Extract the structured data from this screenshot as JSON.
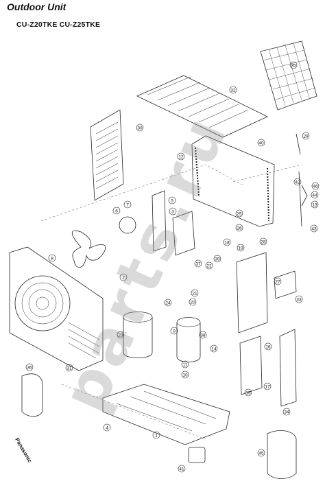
{
  "title": "Outdoor Unit",
  "models": "CU-Z20TKE  CU-Z25TKE",
  "watermark": "parts.ru",
  "front_grille_logo": "Panasonic",
  "callouts": [
    {
      "n": "1"
    },
    {
      "n": "2"
    },
    {
      "n": "3"
    },
    {
      "n": "4"
    },
    {
      "n": "5"
    },
    {
      "n": "6"
    },
    {
      "n": "7"
    },
    {
      "n": "8"
    },
    {
      "n": "9"
    },
    {
      "n": "10"
    },
    {
      "n": "11"
    },
    {
      "n": "12"
    },
    {
      "n": "13"
    },
    {
      "n": "14"
    },
    {
      "n": "15"
    },
    {
      "n": "16"
    },
    {
      "n": "17"
    },
    {
      "n": "18"
    },
    {
      "n": "19"
    },
    {
      "n": "20"
    },
    {
      "n": "21"
    },
    {
      "n": "22"
    },
    {
      "n": "23"
    },
    {
      "n": "24"
    },
    {
      "n": "25"
    },
    {
      "n": "26"
    },
    {
      "n": "27"
    },
    {
      "n": "28"
    },
    {
      "n": "29"
    },
    {
      "n": "30"
    },
    {
      "n": "31"
    },
    {
      "n": "32"
    },
    {
      "n": "33"
    },
    {
      "n": "34"
    },
    {
      "n": "35"
    },
    {
      "n": "36"
    },
    {
      "n": "37"
    },
    {
      "n": "38"
    },
    {
      "n": "39"
    },
    {
      "n": "40"
    },
    {
      "n": "41"
    },
    {
      "n": "42"
    },
    {
      "n": "43"
    },
    {
      "n": "44"
    },
    {
      "n": "45"
    },
    {
      "n": "46"
    }
  ]
}
